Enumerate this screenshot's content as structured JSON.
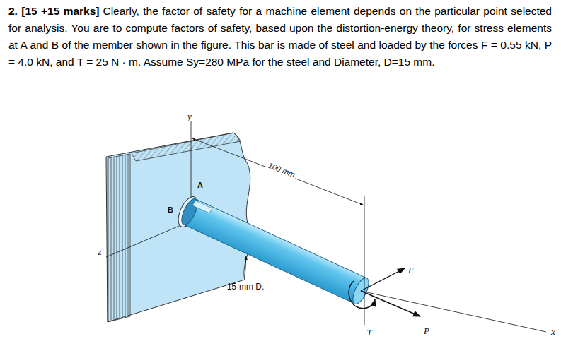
{
  "diagram": {
    "labels": [
      "2. [15 +15 marks]",
      "Clearly, the factor of safety for a machine element depends on the particular point selected for analysis. You are to compute factors of safety, based upon the distortion-energy theory, for stress elements at A and B of the member shown in the figure. This bar is made of steel and loaded by the forces F = 0.55 kN, P = 4.0 kN, and T = 25 N · m. Assume Sy=280 MPa for the steel and Diameter, D=15 mm.",
      "y",
      "100 mm",
      "A",
      "B",
      "z",
      "15-mm D.",
      "F",
      "T",
      "P",
      "x"
    ]
  }
}
